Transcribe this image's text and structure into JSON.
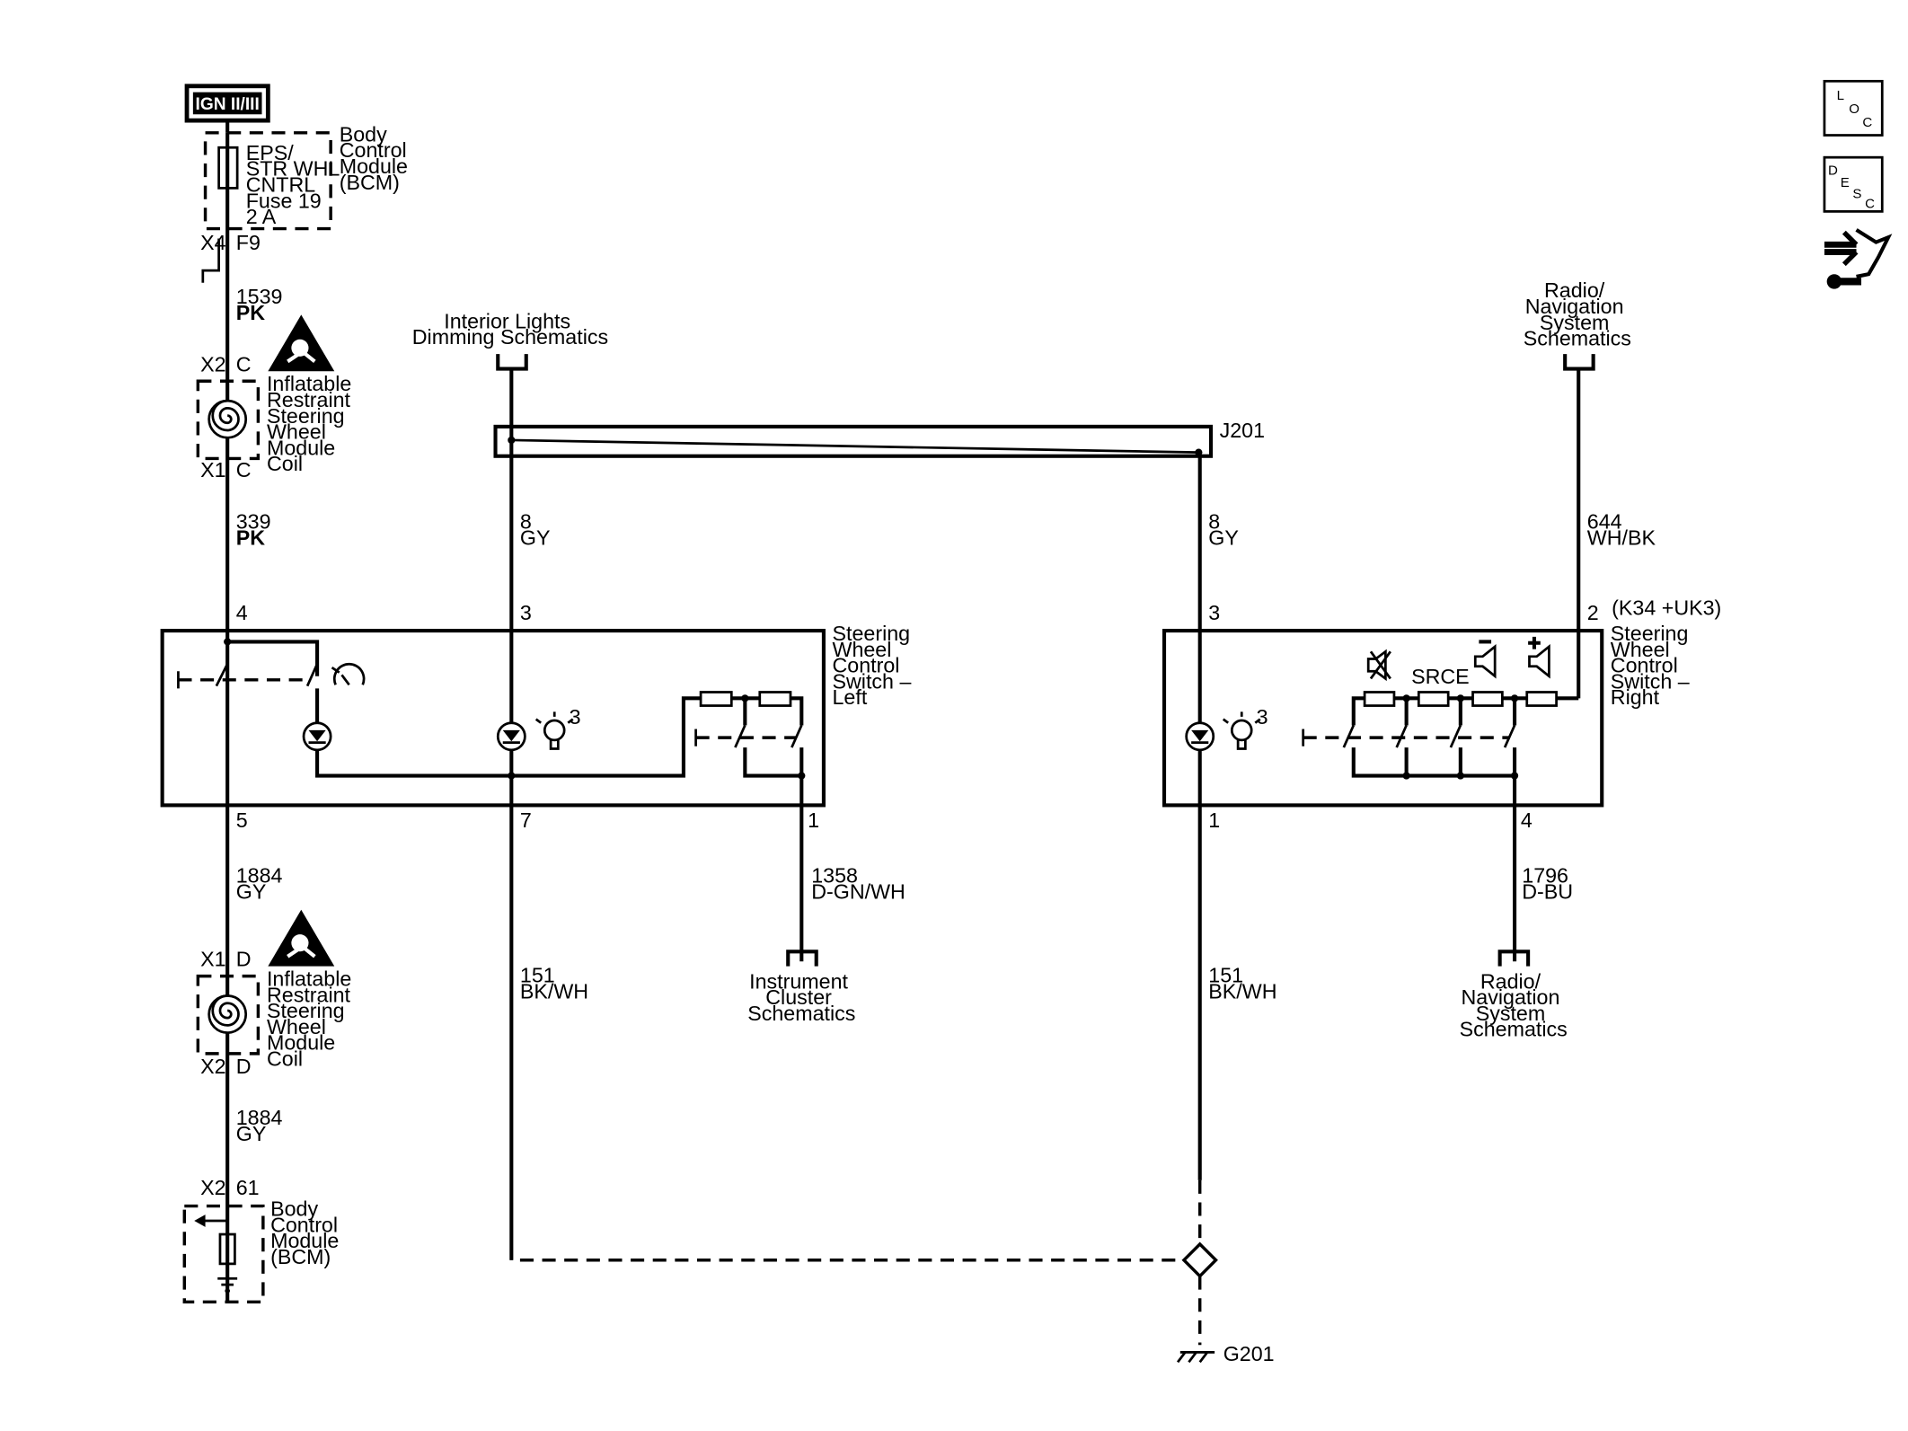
{
  "title_block": {
    "ign": "IGN II/III"
  },
  "bcm_top": {
    "fuse_lines": [
      "EPS/",
      "STR WHL",
      "CNTRL",
      "Fuse 19",
      "2 A"
    ],
    "module_lines": [
      "Body",
      "Control",
      "Module",
      "(BCM)"
    ],
    "connector": "X4",
    "pin": "F9"
  },
  "wires": {
    "w1539": {
      "circuit": "1539",
      "color": "PK"
    },
    "w339": {
      "circuit": "339",
      "color": "PK"
    },
    "w1884a": {
      "circuit": "1884",
      "color": "GY"
    },
    "w1884b": {
      "circuit": "1884",
      "color": "GY"
    },
    "w8l": {
      "circuit": "8",
      "color": "GY"
    },
    "w8r": {
      "circuit": "8",
      "color": "GY"
    },
    "w644": {
      "circuit": "644",
      "color": "WH/BK"
    },
    "w1358": {
      "circuit": "1358",
      "color": "D-GN/WH"
    },
    "w151l": {
      "circuit": "151",
      "color": "BK/WH"
    },
    "w151r": {
      "circuit": "151",
      "color": "BK/WH"
    },
    "w1796": {
      "circuit": "1796",
      "color": "D-BU"
    }
  },
  "coil_top": {
    "conn_top": "X2",
    "pin_top": "C",
    "conn_bot": "X1",
    "pin_bot": "C",
    "lines": [
      "Inflatable",
      "Restraint",
      "Steering",
      "Wheel",
      "Module",
      "Coil"
    ]
  },
  "coil_bottom": {
    "conn_top": "X1",
    "pin_top": "D",
    "conn_bot": "X2",
    "pin_bot": "D",
    "lines": [
      "Inflatable",
      "Restraint",
      "Steering",
      "Wheel",
      "Module",
      "Coil"
    ]
  },
  "bcm_bottom": {
    "connector": "X2",
    "pin": "61",
    "lines": [
      "Body",
      "Control",
      "Module",
      "(BCM)"
    ]
  },
  "interior_lights": {
    "lines": [
      "Interior Lights",
      "Dimming Schematics"
    ]
  },
  "radio_top": {
    "lines": [
      "Radio/",
      "Navigation",
      "System",
      "Schematics"
    ]
  },
  "radio_bottom": {
    "lines": [
      "Radio/",
      "Navigation",
      "System",
      "Schematics"
    ]
  },
  "instrument_cluster": {
    "lines": [
      "Instrument",
      "Cluster",
      "Schematics"
    ]
  },
  "splice": {
    "name": "J201"
  },
  "ground": {
    "name": "G201"
  },
  "switch_left": {
    "lines": [
      "Steering",
      "Wheel",
      "Control",
      "Switch –",
      "Left"
    ],
    "pins": {
      "p4": "4",
      "p3": "3",
      "p5": "5",
      "p7": "7",
      "p1": "1"
    },
    "lamp_ref": "3"
  },
  "switch_right": {
    "lines": [
      "Steering",
      "Wheel",
      "Control",
      "Switch –",
      "Right"
    ],
    "option": "(K34 +UK3)",
    "pins": {
      "p3": "3",
      "p2": "2",
      "p1": "1",
      "p4": "4"
    },
    "lamp_ref": "3",
    "srce": "SRCE"
  },
  "nav": {
    "loc": [
      "L",
      "O",
      "C"
    ],
    "desc": [
      "D",
      "E",
      "S",
      "C"
    ]
  }
}
